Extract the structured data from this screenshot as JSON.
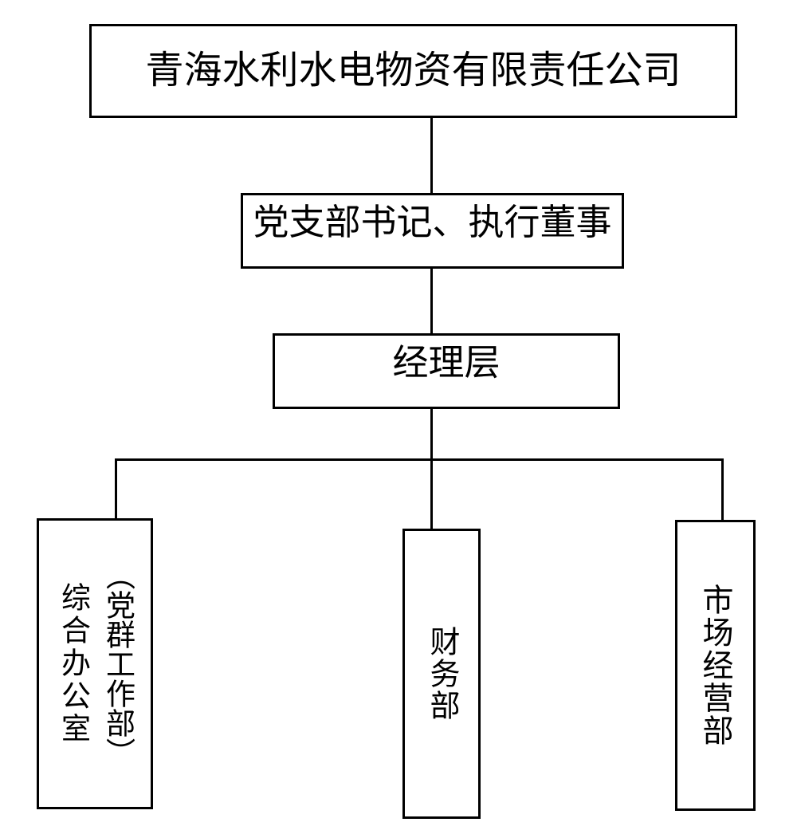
{
  "org_chart": {
    "root": {
      "label": "青海水利水电物资有限责任公司"
    },
    "level2": {
      "label": "党支部书记、执行董事"
    },
    "level3": {
      "label": "经理层"
    },
    "departments": [
      {
        "label": "综合办公室",
        "label_sub": "（党群工作部）"
      },
      {
        "label": "财务部"
      },
      {
        "label": "市场经营部"
      }
    ],
    "colors": {
      "line": "#000000",
      "box_border": "#000000",
      "box_fill": "#ffffff",
      "text": "#000000"
    }
  }
}
